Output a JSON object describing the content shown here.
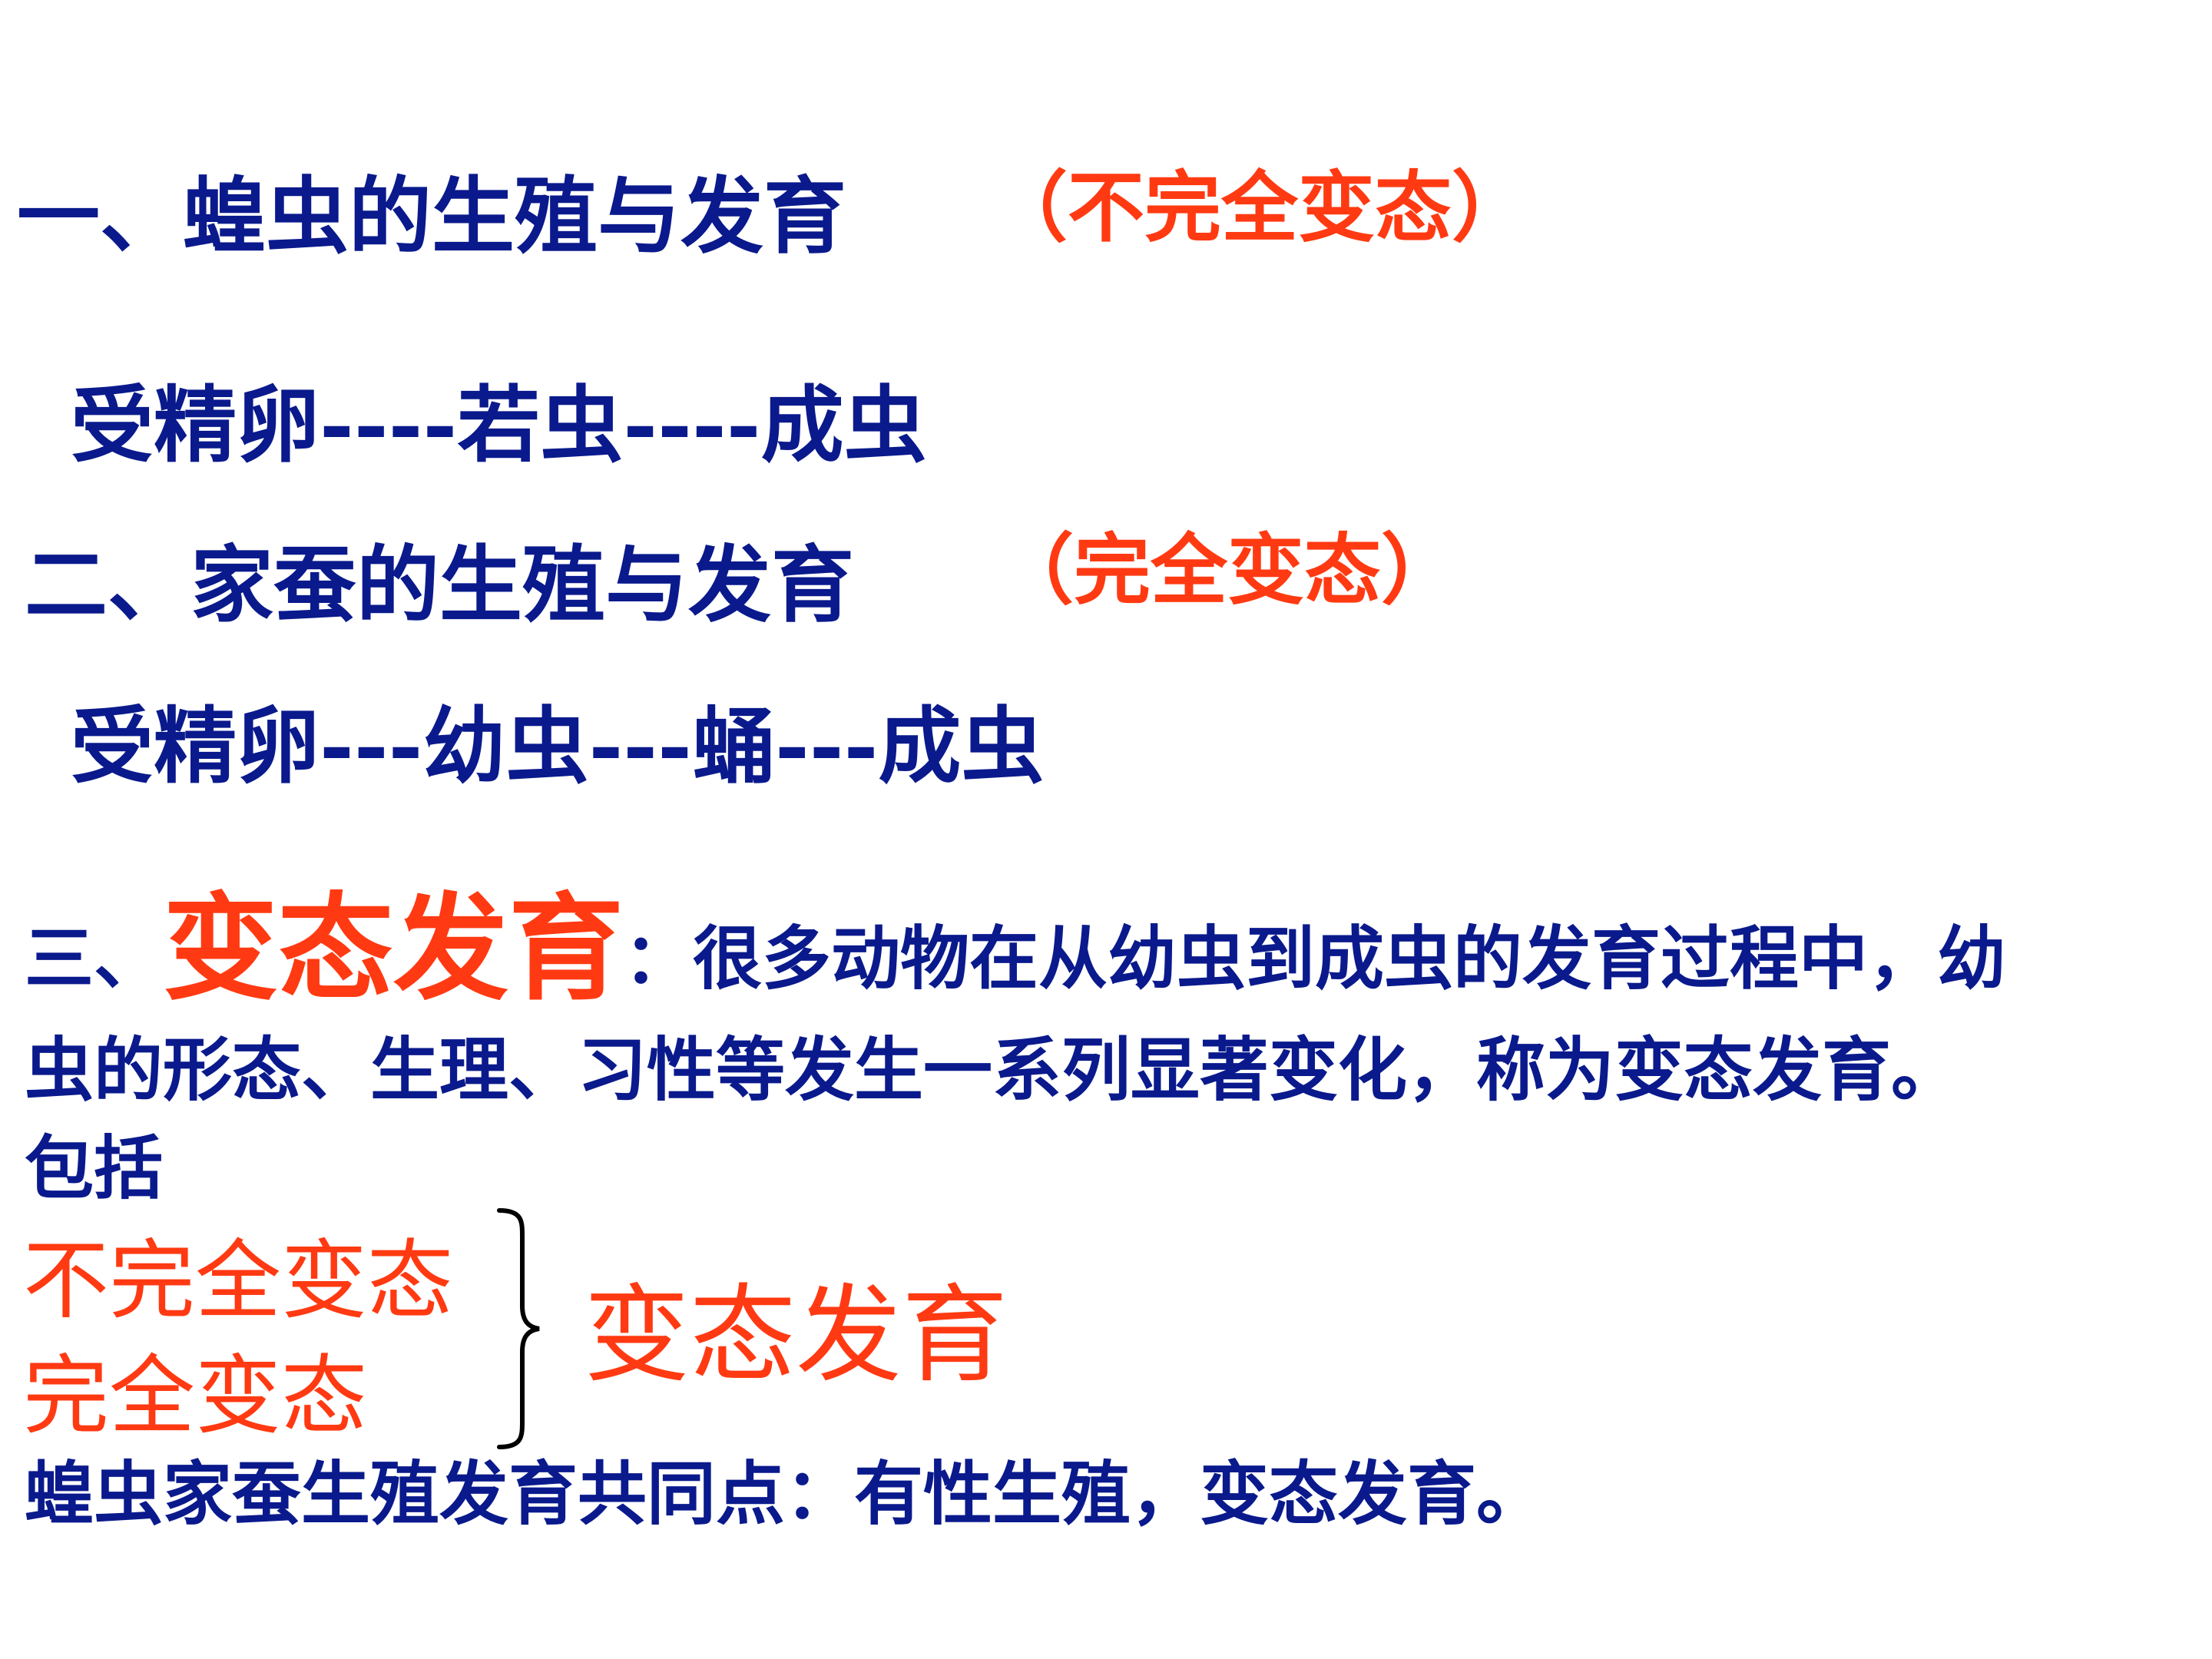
{
  "section1": {
    "heading": "一、蝗虫的生殖与发育",
    "tag": "（不完全变态）",
    "sequence": "受精卵----若虫----成虫"
  },
  "section2": {
    "heading": "二、家蚕的生殖与发育",
    "tag": "（完全变态）",
    "sequence": "受精卵---幼虫---蛹---成虫"
  },
  "section3": {
    "prefix": "三、",
    "term": "变态发育",
    "definition_line1": "：很多动物在从幼虫到成虫的发育过程中，幼",
    "definition_line2": "虫的形态、生理、习性等发生一系列显著变化，称为变态发育。",
    "definition_line3": "包括",
    "types": [
      "不完全变态",
      "完全变态"
    ],
    "group_label": "变态发育"
  },
  "footer": "蝗虫家蚕生殖发育共同点：有性生殖，变态发育。",
  "colors": {
    "navy": "#0a1a8c",
    "red": "#ff3a12"
  }
}
